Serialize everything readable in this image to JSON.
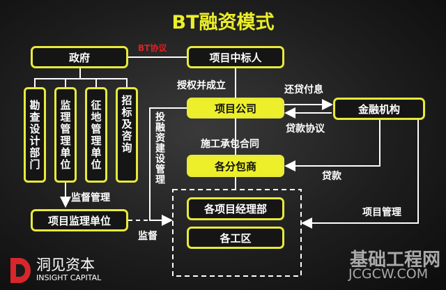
{
  "title": "BT融资模式",
  "agreement_label": "BT协议",
  "nodes": {
    "government": "政府",
    "winning_bidder": "项目中标人",
    "project_company": "项目公司",
    "financial_institution": "金融机构",
    "subcontractors": "各分包商",
    "project_managers": "各项目经理部",
    "work_areas": "各工区",
    "supervision_unit": "项目监理单位",
    "gov_units": [
      "勘查设计部门",
      "监理管理单位",
      "征地管理单位",
      "招标及咨询"
    ]
  },
  "edges": {
    "authorize": "授权并成立",
    "repay": "还贷付息",
    "loan_agreement": "贷款协议",
    "construction_contract": "施工承包合同",
    "loan": "贷款",
    "project_management": "项目管理",
    "supervision_management": "监督管理",
    "supervision": "监督",
    "investment_management": "投融资建设管理"
  },
  "logo": {
    "name": "洞见资本",
    "subtitle": "INSIGHT CAPITAL"
  },
  "watermark": {
    "name": "基础工程网",
    "url": "JCGCW.COM"
  },
  "colors": {
    "accent": "#ecef2a",
    "agreement": "#e02020",
    "logo": "#d8262b"
  }
}
